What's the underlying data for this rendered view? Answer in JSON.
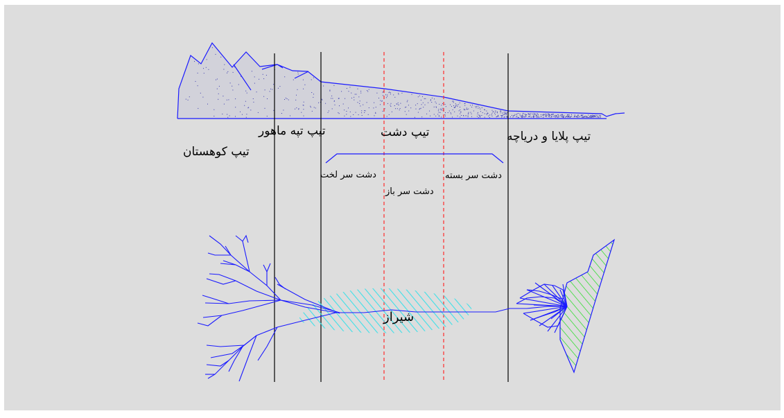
{
  "labels": {
    "mountain_type": "تیپ کوهستان",
    "hill_type": "تیپ تپه ماهور",
    "plain_type": "تیپ دشت",
    "playa_type": "تیپ پلایا و دریاچه",
    "alluvial_head": "دشت سر لخت",
    "open_pediment": "دشت سر باز",
    "closed_pediment": "دشت سر بسته",
    "city": "شیراز"
  },
  "colors": {
    "background": "#dddddd",
    "profile": "#1a1aff",
    "drainage": "#1a1aff",
    "boundary": "#000000",
    "dashed_boundary": "#ff2a2a",
    "city_hatch": "#3fe0e8",
    "lake_hatch": "#33dd33"
  }
}
